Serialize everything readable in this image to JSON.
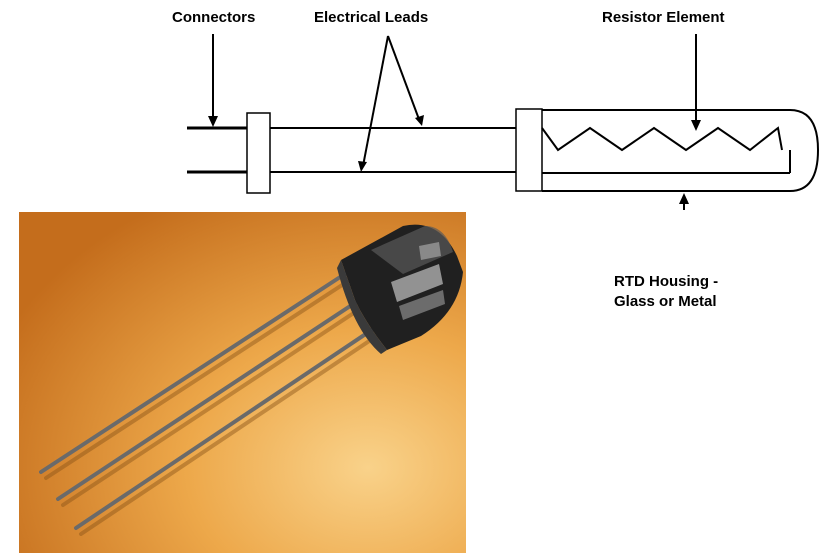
{
  "labels": {
    "connectors": "Connectors",
    "electrical_leads": "Electrical Leads",
    "resistor_element": "Resistor Element",
    "rtd_housing_line1": "RTD Housing -",
    "rtd_housing_line2": "Glass or Metal"
  },
  "colors": {
    "line": "#000000",
    "photo_light": "#f6c270",
    "photo_dark": "#c7701a",
    "sensor_body": "#2a2a2a"
  },
  "icons": {
    "photo": "rtd-sensor-photo"
  }
}
